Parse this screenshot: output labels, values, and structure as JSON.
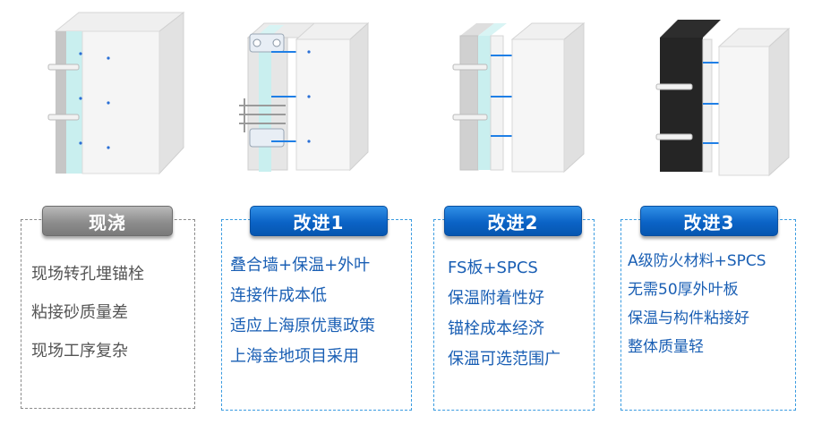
{
  "colors": {
    "gray_accent": "#888888",
    "blue_accent": "#0b63c6",
    "item_blue": "#1a5fb4",
    "item_gray": "#555555"
  },
  "panels": [
    {
      "title": "现浇",
      "items": [
        "现场转孔埋锚栓",
        "粘接砂质量差",
        "现场工序复杂"
      ]
    },
    {
      "title": "改进1",
      "items": [
        "叠合墙+保温+外叶",
        "连接件成本低",
        "适应上海原优惠政策",
        "上海金地项目采用"
      ]
    },
    {
      "title": "改进2",
      "items": [
        "FS板+SPCS",
        "保温附着性好",
        "锚栓成本经济",
        "保温可选范围广"
      ]
    },
    {
      "title": "改进3",
      "items": [
        "A级防火材料+SPCS",
        "无需50厚外叶板",
        "保温与构件粘接好",
        "整体质量轻"
      ]
    }
  ]
}
